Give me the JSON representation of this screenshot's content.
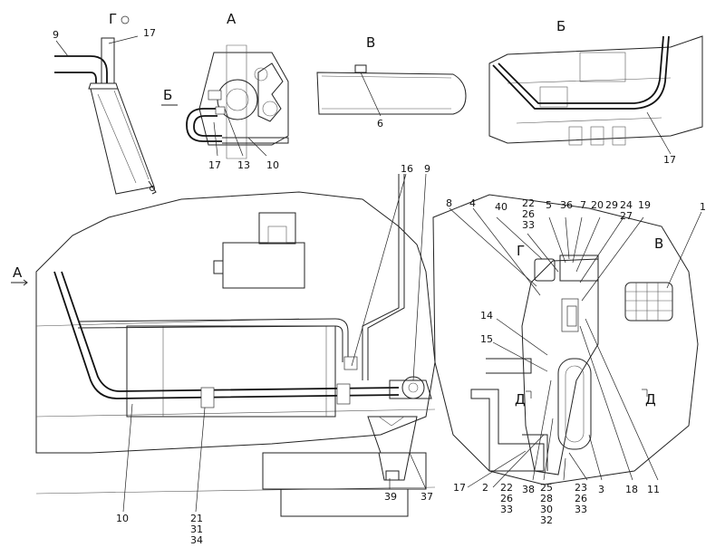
{
  "views": {
    "g_top": "Г",
    "a_top": "А",
    "v_top": "В",
    "b_top": "Б",
    "b_arrow": "Б",
    "a_left": "А",
    "g_mid": "Г",
    "v_mid": "В",
    "d_mid": "Д",
    "d_right": "Д"
  },
  "labels": {
    "l9a": "9",
    "l17a": "17",
    "l17b": "17",
    "l13": "13",
    "l10a": "10",
    "l6": "6",
    "l17c": "17",
    "l16": "16",
    "l9b": "9",
    "l8": "8",
    "l4": "4",
    "l40": "40",
    "l22a": "22",
    "l26a": "26",
    "l33a": "33",
    "l5": "5",
    "l36": "36",
    "l7": "7",
    "l20": "20",
    "l29": "29",
    "l24": "24",
    "l27": "27",
    "l19": "19",
    "l1": "1",
    "l14": "14",
    "l15": "15",
    "l10b": "10",
    "l21": "21",
    "l31": "31",
    "l34": "34",
    "l39": "39",
    "l37": "37",
    "l17d": "17",
    "l2": "2",
    "l22b": "22",
    "l26b": "26",
    "l33b": "33",
    "l38": "38",
    "l25": "25",
    "l28": "28",
    "l30": "30",
    "l32": "32",
    "l23": "23",
    "l26c": "26",
    "l33c": "33",
    "l3": "3",
    "l18": "18",
    "l11": "11"
  }
}
